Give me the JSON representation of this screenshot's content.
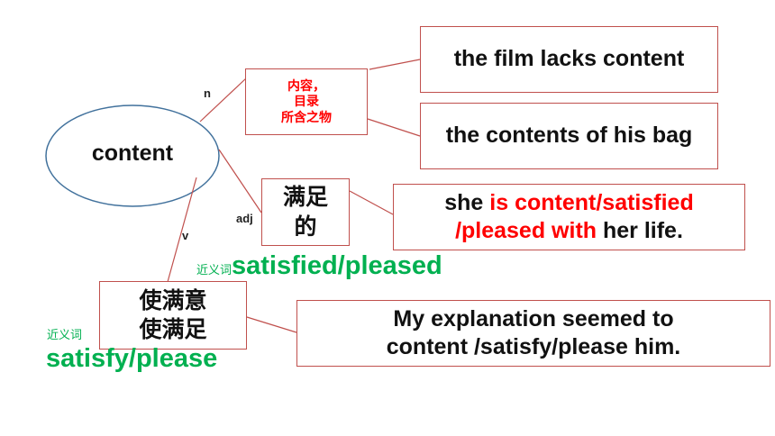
{
  "center": {
    "word": "content"
  },
  "labels": {
    "noun": "n",
    "adjective": "adj",
    "verb": "v"
  },
  "noun": {
    "meaning_lines": [
      "内容，",
      "目录",
      "所含之物"
    ],
    "examples": [
      "the film lacks content",
      "the contents of his bag"
    ]
  },
  "adjective": {
    "meaning_lines": [
      "满足",
      "的"
    ],
    "example": {
      "p1": "she ",
      "p2": "is content/satisfied",
      "p3": "/pleased with",
      "p4": " her life."
    },
    "synonym_tag": "近义词",
    "synonym_words": "satisfied/pleased"
  },
  "verb": {
    "meaning_lines": [
      "使满意",
      "使满足"
    ],
    "example_lines": [
      "My explanation seemed to",
      "content /satisfy/please him."
    ],
    "synonym_tag": "近义词",
    "synonym_words": "satisfy/please"
  },
  "colors": {
    "border": "#c0504d",
    "highlight": "#ff0000",
    "synonym": "#00b050",
    "ellipse": "#41719c"
  }
}
